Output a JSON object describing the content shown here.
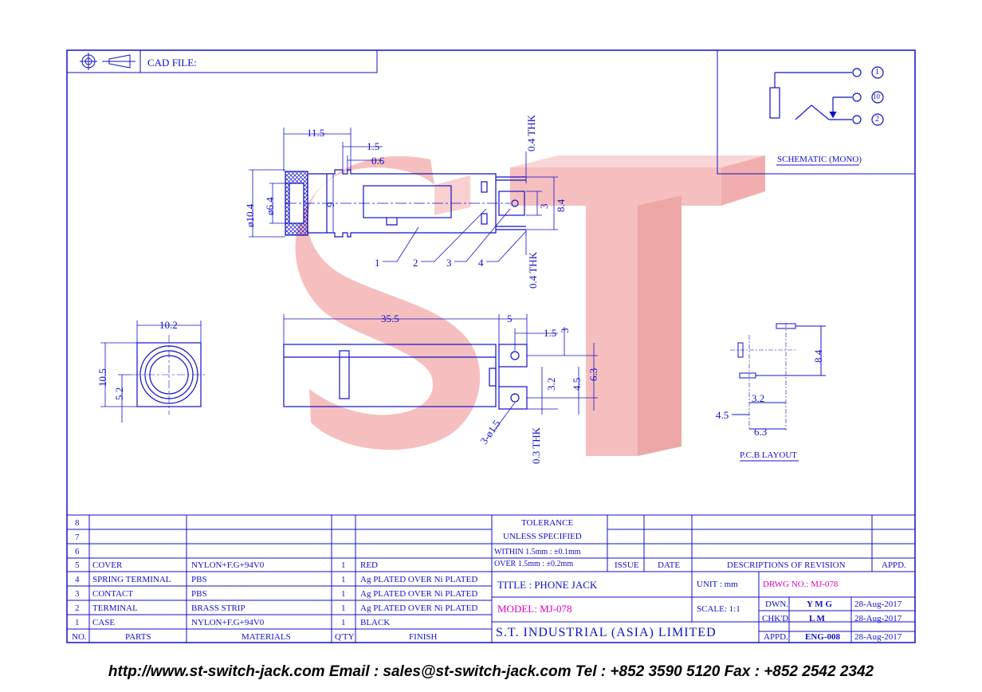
{
  "header": {
    "cad_file_label": "CAD FILE:"
  },
  "schematic": {
    "caption": "SCHEMATIC (MONO)",
    "pins": [
      "1",
      "10",
      "2"
    ]
  },
  "pcb": {
    "caption": "P.C.B LAYOUT",
    "dims": [
      "8.4",
      "3.2",
      "4.5",
      "6.3"
    ]
  },
  "views": {
    "top": {
      "dims": [
        "11.5",
        "1.5",
        "0.6",
        "0.4 THK",
        "ø10.4",
        "ø6.4",
        "9",
        "3",
        "8.4",
        "0.4 THK"
      ],
      "callouts": [
        "1",
        "2",
        "3",
        "4"
      ]
    },
    "front": {
      "dims": [
        "10.2",
        "10.5",
        "5.2"
      ]
    },
    "side": {
      "dims": [
        "35.5",
        "5",
        "1.5",
        "3",
        "3.2",
        "4.5",
        "6.3",
        "3-ø1.5",
        "0.3 THK"
      ]
    }
  },
  "watermark": {
    "letters": "ST",
    "color": "#f2a8a8"
  },
  "colors": {
    "line": "#1010c8",
    "accent": "#e000c0",
    "watermark": "#f4b4b4"
  },
  "tolerance": {
    "title": "TOLERANCE",
    "subtitle": "UNLESS  SPECIFIED",
    "within": "WITHIN  1.5mm : ±0.1mm",
    "over": "OVER    1.5mm : ±0.2mm"
  },
  "revision": {
    "issue": "ISSUE",
    "date": "DATE",
    "desc": "DESCRIPTIONS  OF  REVISION",
    "appd": "APPD."
  },
  "bom": {
    "headers": [
      "NO.",
      "PARTS",
      "MATERIALS",
      "Q'TY",
      "FINISH"
    ],
    "rows": [
      {
        "no": "8",
        "part": "",
        "material": "",
        "qty": "",
        "finish": ""
      },
      {
        "no": "7",
        "part": "",
        "material": "",
        "qty": "",
        "finish": ""
      },
      {
        "no": "6",
        "part": "",
        "material": "",
        "qty": "",
        "finish": ""
      },
      {
        "no": "5",
        "part": "COVER",
        "material": "NYLON+F.G+94V0",
        "qty": "1",
        "finish": "RED"
      },
      {
        "no": "4",
        "part": "SPRING TERMINAL",
        "material": "PBS",
        "qty": "1",
        "finish": "Ag PLATED OVER Ni PLATED"
      },
      {
        "no": "3",
        "part": "CONTACT",
        "material": "PBS",
        "qty": "1",
        "finish": "Ag PLATED OVER Ni PLATED"
      },
      {
        "no": "2",
        "part": "TERMINAL",
        "material": "BRASS STRIP",
        "qty": "1",
        "finish": "Ag PLATED OVER Ni PLATED"
      },
      {
        "no": "1",
        "part": "CASE",
        "material": "NYLON+F.G+94V0",
        "qty": "1",
        "finish": "BLACK"
      }
    ]
  },
  "title_block": {
    "title": "TITLE : PHONE JACK",
    "model": "MODEL: MJ-078",
    "company": "S.T.  INDUSTRIAL  (ASIA)  LIMITED",
    "unit": "UNIT :   mm",
    "scale": "SCALE:  1:1",
    "drwg_no": "DRWG NO.: MJ-078",
    "dwn_label": "DWN.",
    "dwn": "Y M G",
    "dwn_date": "28-Aug-2017",
    "chkd_label": "CHK'D",
    "chkd": "L M",
    "chkd_date": "28-Aug-2017",
    "appd_label": "APPD.",
    "appd": "ENG-008",
    "appd_date": "28-Aug-2017"
  },
  "footer": {
    "contact": "http://www.st-switch-jack.com  Email : sales@st-switch-jack.com  Tel : +852 3590 5120  Fax : +852 2542 2342"
  }
}
